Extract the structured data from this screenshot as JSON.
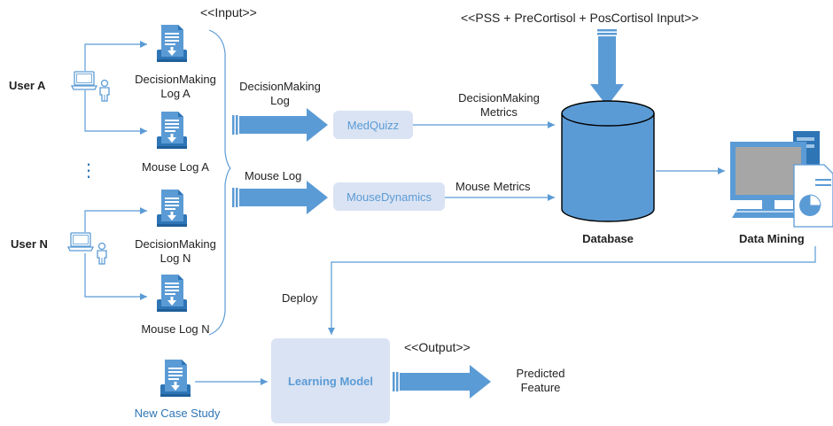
{
  "users": {
    "user_a": "User A",
    "user_n": "User N",
    "ellipsis": "⋮"
  },
  "logs": {
    "dm_log_a": [
      "DecisionMaking",
      "Log A"
    ],
    "mouse_log_a": "Mouse Log A",
    "dm_log_n": [
      "DecisionMaking",
      "Log N"
    ],
    "mouse_log_n": "Mouse Log N"
  },
  "stereotypes": {
    "input": "<<Input>>",
    "top_input": "<<PSS + PreCortisol + PosCortisol Input>>",
    "output": "<<Output>>"
  },
  "flows": {
    "dm_log": [
      "DecisionMaking",
      "Log"
    ],
    "mouse_log": "Mouse Log",
    "dm_metrics": [
      "DecisionMaking",
      "Metrics"
    ],
    "mouse_metrics": "Mouse Metrics",
    "deploy": "Deploy"
  },
  "processes": {
    "medquizz": "MedQuizz",
    "mousedynamics": "MouseDynamics",
    "learning_model": "Learning Model"
  },
  "stores": {
    "database": "Database",
    "data_mining": "Data Mining"
  },
  "outputs": {
    "new_case_study": "New Case Study",
    "predicted_feature": [
      "Predicted",
      "Feature"
    ]
  },
  "colors": {
    "primary_blue": "#5b9bd5",
    "dark_blue": "#2e75b6",
    "light_box": "#dae3f3",
    "line": "#5b9bd5"
  },
  "icons": [
    "laptop-icon",
    "person-icon",
    "document-download-icon",
    "database-cylinder-icon",
    "computer-workstation-icon",
    "report-chart-icon",
    "block-arrow-icon"
  ]
}
